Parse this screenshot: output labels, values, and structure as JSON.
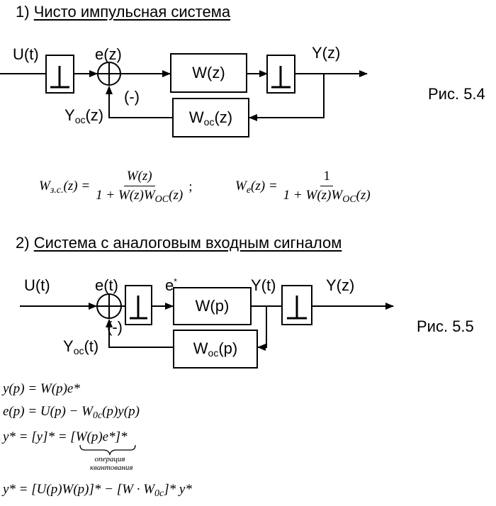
{
  "section1": {
    "number": "1)",
    "title": "Чисто импульсная система",
    "labels": {
      "input": "U(t)",
      "error": "e(z)",
      "output": "Y(z)",
      "feedback_base": "Y",
      "feedback_sub": "oc",
      "feedback_arg": "(z)",
      "minus": "(-)"
    },
    "blocks": {
      "forward": "W(z)",
      "feedback_base": "W",
      "feedback_sub": "oc",
      "feedback_arg": "(z)"
    },
    "figure": "Рис. 5.4",
    "formulas": {
      "wzs_lhs_base": "W",
      "wzs_lhs_sub": "з.с.",
      "wzs_lhs_arg": "(z) =",
      "wzs_num": "W(z)",
      "wzs_den_pre": "1 + W(z)W",
      "wzs_den_sub": "OC",
      "wzs_den_post": "(z)",
      "sep": ";",
      "we_lhs_base": "W",
      "we_lhs_sub": "e",
      "we_lhs_arg": "(z) =",
      "we_num": "1",
      "we_den_pre": "1 + W(z)W",
      "we_den_sub": "OC",
      "we_den_post": "(z)"
    }
  },
  "section2": {
    "number": "2)",
    "title": "Система с аналоговым входным сигналом",
    "labels": {
      "input": "U(t)",
      "error": "e(t)",
      "e_star": "e",
      "star": "*",
      "yt": "Y(t)",
      "output": "Y(z)",
      "feedback_base": "Y",
      "feedback_sub": "oc",
      "feedback_arg": "(t)",
      "minus": "(-)"
    },
    "blocks": {
      "forward": "W(p)",
      "feedback_base": "W",
      "feedback_sub": "oc",
      "feedback_arg": "(p)"
    },
    "figure": "Рис. 5.5",
    "equations": {
      "eq1": "y(p) = W(p)e*",
      "eq2_pre": "e(p) = U(p) − W",
      "eq2_sub": "0c",
      "eq2_post": "(p)y(p)",
      "eq3": "y* = [y]* = [W(p)e*]*",
      "note_line1": "операция",
      "note_line2": "квантования",
      "eq4_pre": "y* = [U(p)W(p)]* − [W · W",
      "eq4_sub": "0c",
      "eq4_post": "]* y*"
    }
  }
}
